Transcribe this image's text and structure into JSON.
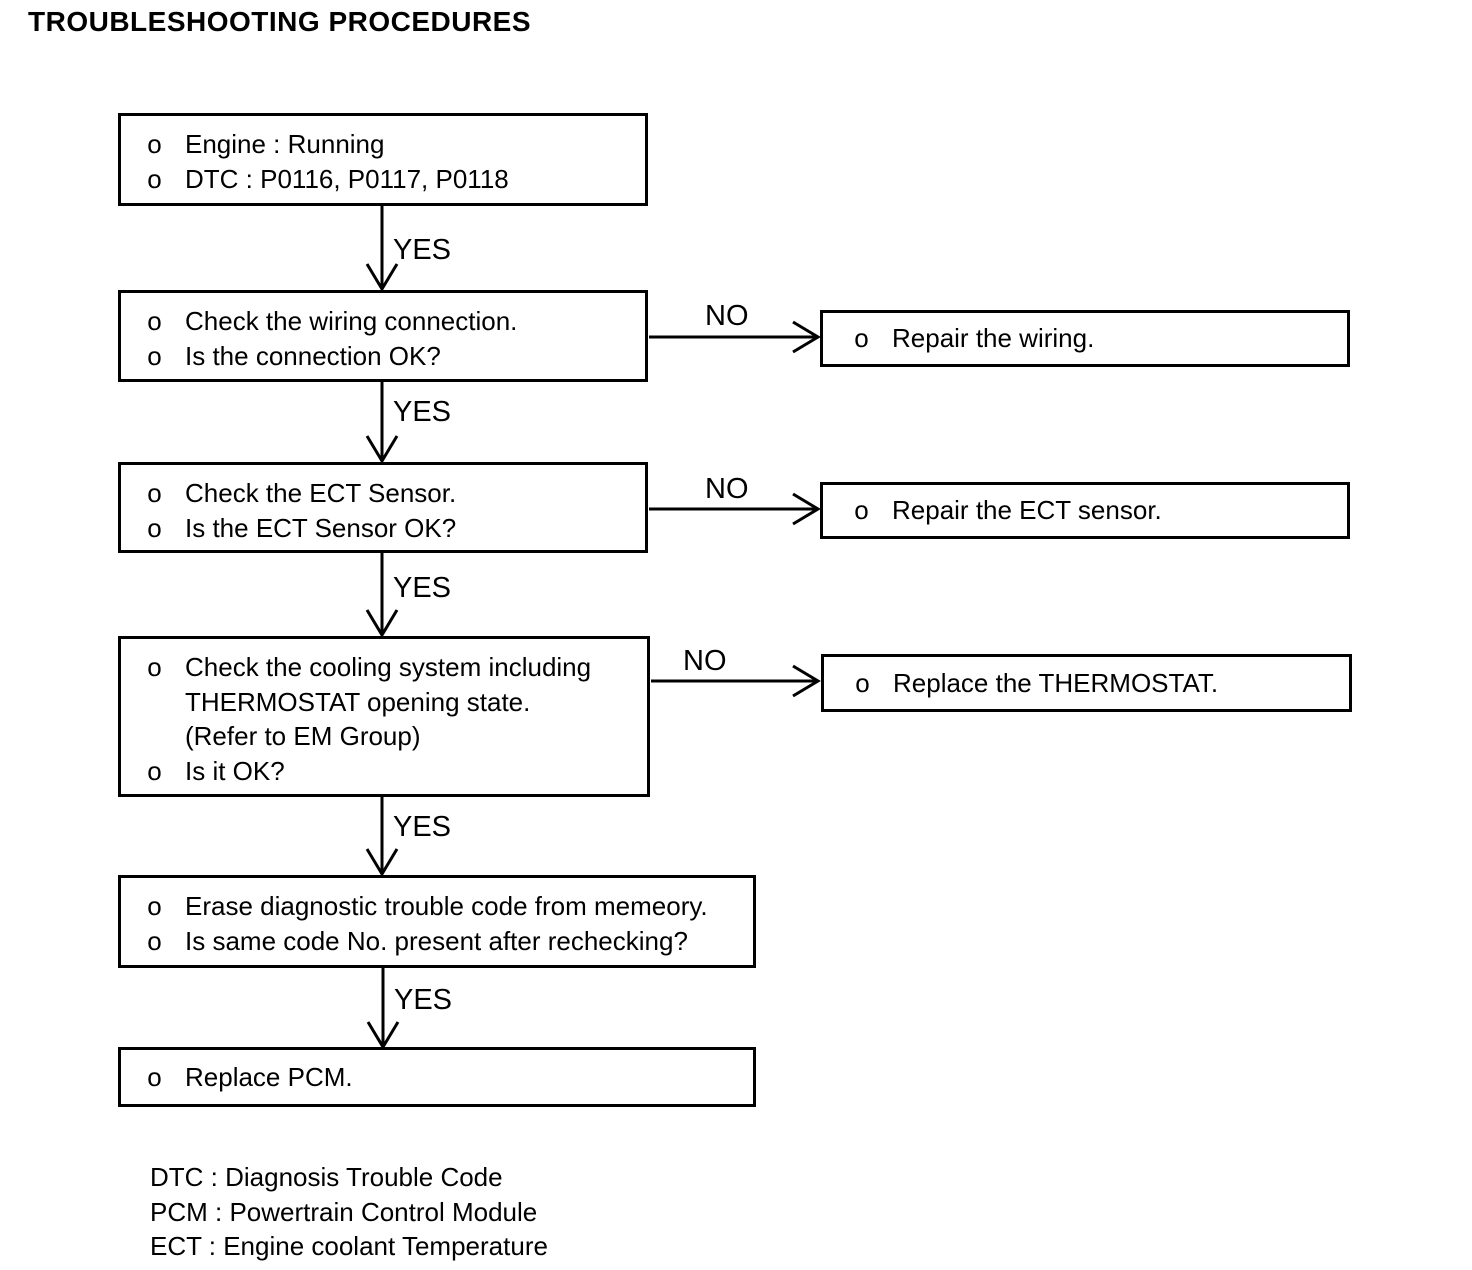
{
  "title": "TROUBLESHOOTING PROCEDURES",
  "labels": {
    "yes": "YES",
    "no": "NO",
    "bullet": "o"
  },
  "steps": {
    "start": {
      "lines": [
        "Engine : Running",
        "DTC : P0116, P0117, P0118"
      ]
    },
    "wiring": {
      "lines": [
        "Check the wiring connection.",
        "Is the connection OK?"
      ]
    },
    "ect_sensor": {
      "lines": [
        "Check the ECT Sensor.",
        "Is the ECT Sensor OK?"
      ]
    },
    "cooling": {
      "line1a": "Check the cooling system including",
      "line1b": "THERMOSTAT opening state.",
      "line1c": "(Refer to EM Group)",
      "line2": "Is it OK?"
    },
    "erase": {
      "lines": [
        "Erase diagnostic trouble code from memeory.",
        "Is same code No. present after rechecking?"
      ]
    },
    "replace_pcm": {
      "lines": [
        "Replace PCM."
      ]
    }
  },
  "actions": {
    "repair_wiring": "Repair the wiring.",
    "repair_ect": "Repair the ECT sensor.",
    "replace_thermostat": "Replace the THERMOSTAT."
  },
  "legend": {
    "dtc": "DTC : Diagnosis Trouble Code",
    "pcm": "PCM : Powertrain Control Module",
    "ect": "ECT : Engine coolant Temperature"
  }
}
